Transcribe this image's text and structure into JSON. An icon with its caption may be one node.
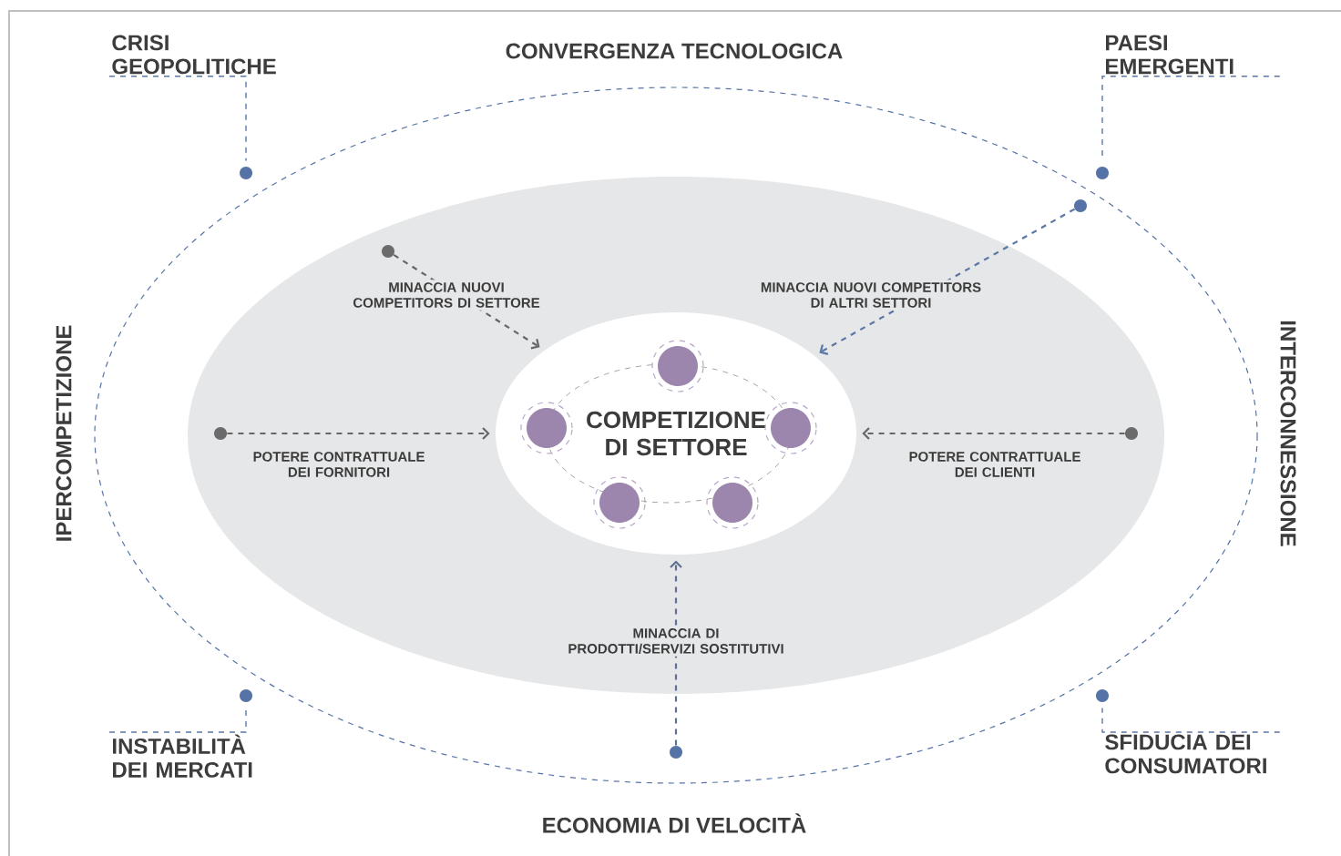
{
  "diagram": {
    "nodes": [
      {
        "text": [
          "COMPETIZIONE DI SETTORE"
        ]
      },
      {
        "text": [],
        "shape": "circle",
        "in": 0
      },
      {
        "text": [],
        "shape": "circle",
        "in": 0
      },
      {
        "text": [],
        "shape": "circle",
        "in": 0
      },
      {
        "text": [],
        "shape": "circle",
        "in": 0
      },
      {
        "text": [],
        "shape": "circle",
        "in": 0
      },
      {
        "text": [],
        "shape": "circle"
      },
      {
        "text": [],
        "shape": "circle"
      },
      {
        "text": [],
        "shape": "circle"
      },
      {
        "text": [],
        "shape": "circle"
      },
      {
        "text": [],
        "shape": "circle"
      },
      {
        "text": [
          "CRISI GEOPOLITICHE"
        ]
      },
      {
        "text": [],
        "shape": "circle"
      },
      {
        "text": [
          "PAESI EMERGENTI"
        ]
      },
      {
        "text": [],
        "shape": "circle"
      },
      {
        "text": [
          "INSTABILITÀ DEI MERCATI"
        ]
      },
      {
        "text": [],
        "shape": "circle"
      },
      {
        "text": [
          "SFIDUCIA DEI CONSUMATORI"
        ]
      },
      {
        "text": [],
        "shape": "circle"
      }
    ],
    "edges": [
      {
        "from": 6,
        "to": 0,
        "arrow": "to",
        "label": "MINACCIA NUOVI COMPETITORS DI SETTORE",
        "style": "dashed",
        "color": "#666666"
      },
      {
        "from": 7,
        "to": 0,
        "arrow": "to",
        "label": "MINACCIA NUOVI COMPETITORS DI ALTRI SETTORI",
        "style": "dashed",
        "color": "#5a77a6"
      },
      {
        "from": 8,
        "to": 0,
        "arrow": "to",
        "label": "POTERE CONTRATTUALE DEI FORNITORI",
        "style": "dashed",
        "color": "#666666"
      },
      {
        "from": 9,
        "to": 0,
        "arrow": "to",
        "label": "POTERE CONTRATTUALE DEI CLIENTI",
        "style": "dashed",
        "color": "#666666"
      },
      {
        "from": 10,
        "to": 0,
        "arrow": "to",
        "label": "MINACCIA DI PRODOTTI/SERVIZI SOSTITUTIVI",
        "style": "dashed",
        "color": "#5f7090"
      },
      {
        "from": 11,
        "to": 12,
        "arrow": "none",
        "style": "dashed",
        "color": "#5a77a6"
      },
      {
        "from": 13,
        "to": 14,
        "arrow": "none",
        "style": "dashed",
        "color": "#5a77a6"
      },
      {
        "from": 15,
        "to": 16,
        "arrow": "none",
        "style": "dashed",
        "color": "#5a77a6"
      },
      {
        "from": 17,
        "to": 18,
        "arrow": "none",
        "style": "dashed",
        "color": "#5a77a6"
      }
    ],
    "labels": [
      "CONVERGENZA TECNOLOGICA",
      "IPERCOMPETIZIONE",
      "INTERCONNESSIONE",
      "ECONOMIA DI VELOCITÀ"
    ]
  }
}
